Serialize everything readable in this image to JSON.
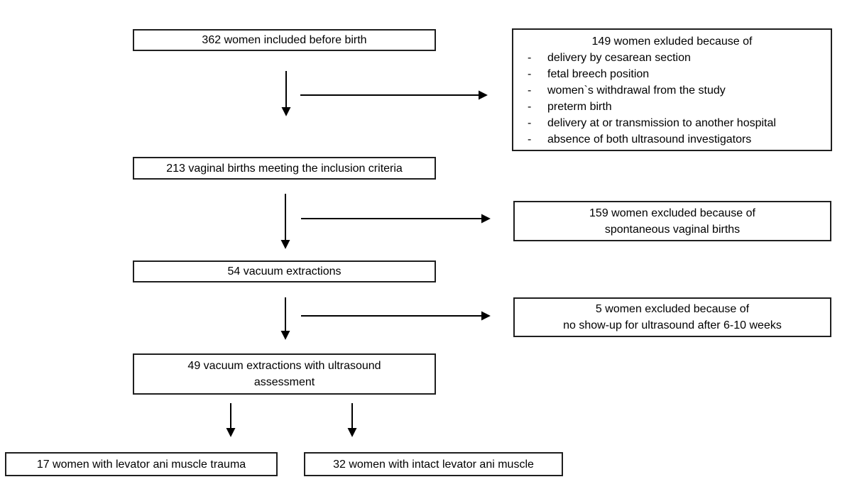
{
  "figure": {
    "background_color": "#ffffff",
    "line_color": "#000000",
    "text_color": "#000000",
    "type": "study-flow-diagram"
  },
  "bullet_char": "-",
  "boxes": {
    "included": {
      "text": "362 women included before birth"
    },
    "excluded_birth": {
      "title": "149 women exluded because of",
      "items": [
        "delivery by cesarean section",
        "fetal breech position",
        "women`s withdrawal from the study",
        "preterm birth",
        "delivery at or transmission to another hospital",
        "absence of both ultrasound investigators"
      ]
    },
    "vaginal_births": {
      "text": "213 vaginal births meeting the inclusion criteria"
    },
    "excluded_spontaneous": {
      "lines": [
        "159 women excluded because of",
        "spontaneous vaginal births"
      ]
    },
    "vacuum": {
      "text": "54 vacuum extractions"
    },
    "excluded_noshow": {
      "lines": [
        "5 women excluded because of",
        "no show-up for ultrasound after 6-10 weeks"
      ]
    },
    "vacuum_ultrasound": {
      "lines": [
        "49 vacuum extractions with ultrasound",
        "assessment"
      ]
    },
    "trauma": {
      "text": "17 women with levator ani muscle trauma"
    },
    "intact": {
      "text": "32 women with intact levator ani muscle"
    }
  }
}
